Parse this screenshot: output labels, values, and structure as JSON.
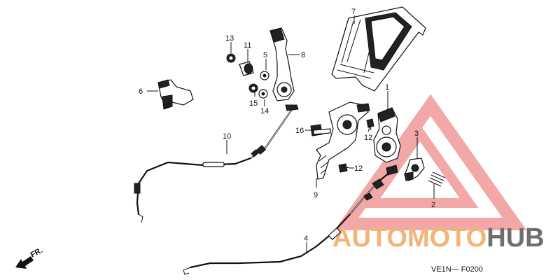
{
  "diagram": {
    "callouts": {
      "c1": "1",
      "c2": "2",
      "c3": "3",
      "c4": "4",
      "c5": "5",
      "c6": "6",
      "c7": "7",
      "c8": "8",
      "c9": "9",
      "c10": "10",
      "c11": "11",
      "c12a": "12",
      "c12b": "12",
      "c13": "13",
      "c14": "14",
      "c15": "15",
      "c16": "16"
    },
    "direction_marker": "FR.",
    "diagram_code": "VE1N— F0200"
  },
  "watermark": {
    "brand_part1": "AUTOMOTO",
    "brand_part2": "HUB",
    "colors": {
      "triangle": "#f29a9a",
      "auto": "#f0b35a",
      "moto": "#f58a7a",
      "hub": "#555555"
    }
  }
}
